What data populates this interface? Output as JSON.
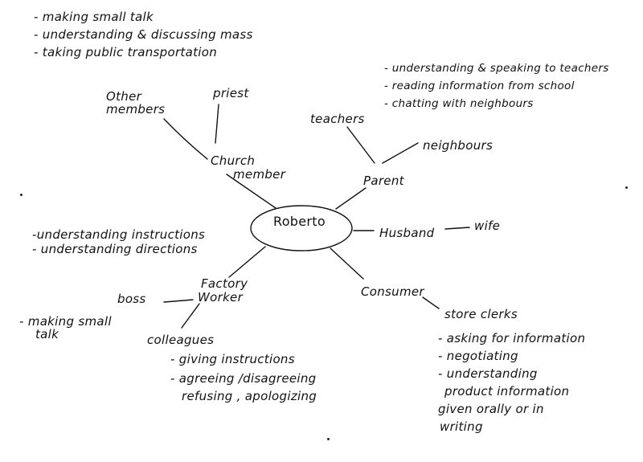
{
  "center": "Roberto",
  "church": {
    "role_line1": "Church",
    "role_line2": "member",
    "other_members_line1": "Other",
    "other_members_line2": "members",
    "priest": "priest",
    "skills": [
      "- making small talk",
      "- understanding & discussing mass",
      "- taking public transportation"
    ]
  },
  "parent": {
    "role": "Parent",
    "teachers": "teachers",
    "neighbours": "neighbours",
    "skills": [
      "- understanding & speaking to teachers",
      "- reading information from school",
      "- chatting with neighbours"
    ]
  },
  "husband": {
    "role": "Husband",
    "wife": "wife"
  },
  "consumer": {
    "role": "Consumer",
    "store_clerks": "store clerks",
    "skills": [
      "- asking for information",
      "- negotiating",
      "- understanding",
      "product information",
      "given orally or in",
      "writing"
    ]
  },
  "factory": {
    "role_line1": "Factory",
    "role_line2": "Worker",
    "boss": "boss",
    "colleagues": "colleagues",
    "skills": [
      "-understanding instructions",
      "- understanding directions"
    ],
    "boss_skills": [
      "- making small",
      "talk"
    ],
    "colleague_skills": [
      "- giving instructions",
      "- agreeing /disagreeing",
      "refusing , apologizing"
    ]
  }
}
